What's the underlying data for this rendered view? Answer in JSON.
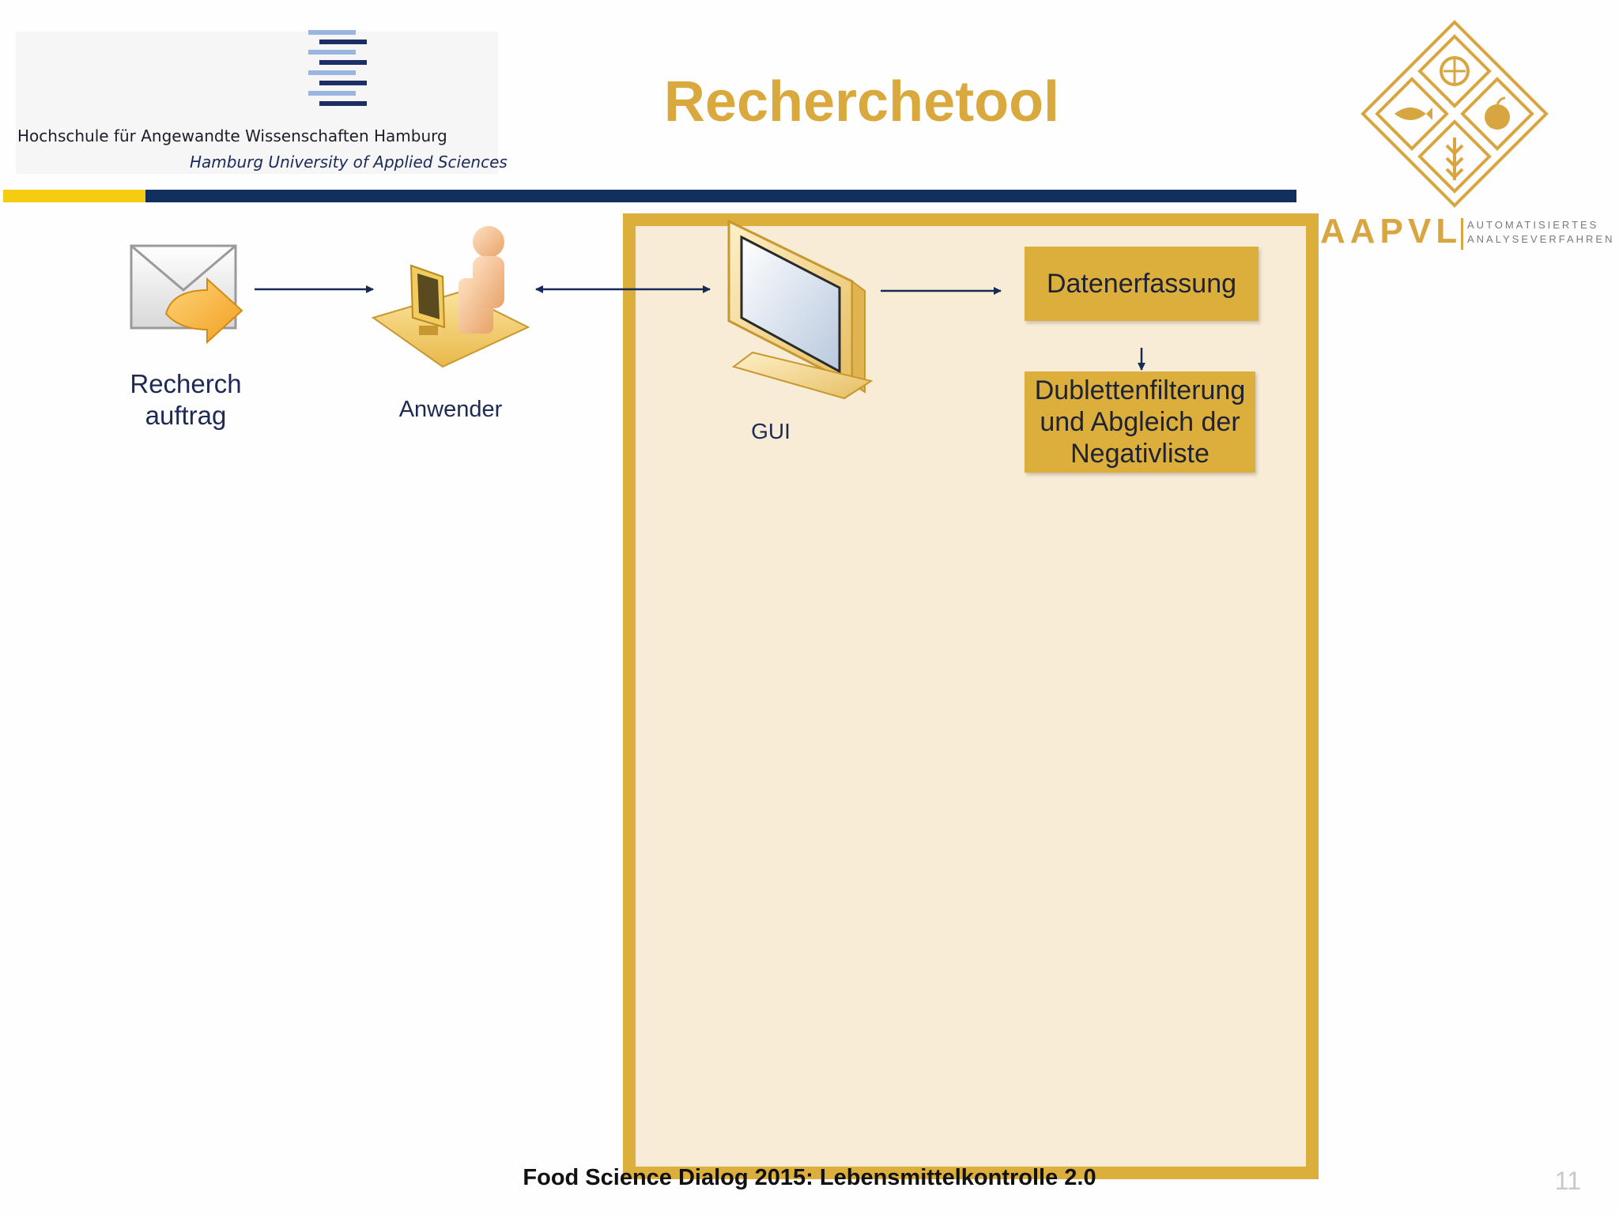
{
  "header": {
    "title": "Recherchetool",
    "haw_name_de": "Hochschule für Angewandte Wissenschaften Hamburg",
    "haw_name_en": "Hamburg University of Applied Sciences",
    "aapvl_name": "AAPVL",
    "aapvl_sub1": "AUTOMATISIERTES",
    "aapvl_sub2": "ANALYSEVERFAHREN"
  },
  "diagram": {
    "nodes": [
      {
        "id": "recherchauftrag",
        "label": "Recherch\nauftrag",
        "icon": "mail-forward-icon"
      },
      {
        "id": "anwender",
        "label": "Anwender",
        "icon": "user-at-computer-icon"
      },
      {
        "id": "gui",
        "label": "GUI",
        "icon": "monitor-icon"
      },
      {
        "id": "datenerfassung",
        "label": "Datenerfassung"
      },
      {
        "id": "dubletten",
        "label": "Dublettenfilterung\nund Abgleich der\nNegativliste"
      }
    ],
    "edges": [
      {
        "from": "recherchauftrag",
        "to": "anwender",
        "direction": "forward"
      },
      {
        "from": "anwender",
        "to": "gui",
        "direction": "both"
      },
      {
        "from": "gui",
        "to": "datenerfassung",
        "direction": "forward"
      },
      {
        "from": "datenerfassung",
        "to": "dubletten",
        "direction": "forward"
      }
    ]
  },
  "footer": {
    "text": "Food Science Dialog 2015: Lebensmittelkontrolle 2.0",
    "page_number": "11"
  },
  "colors": {
    "accent_gold": "#dcae3c",
    "panel_bg": "#f8ecd7",
    "navy": "#12305e",
    "yellow": "#f5cc12"
  }
}
